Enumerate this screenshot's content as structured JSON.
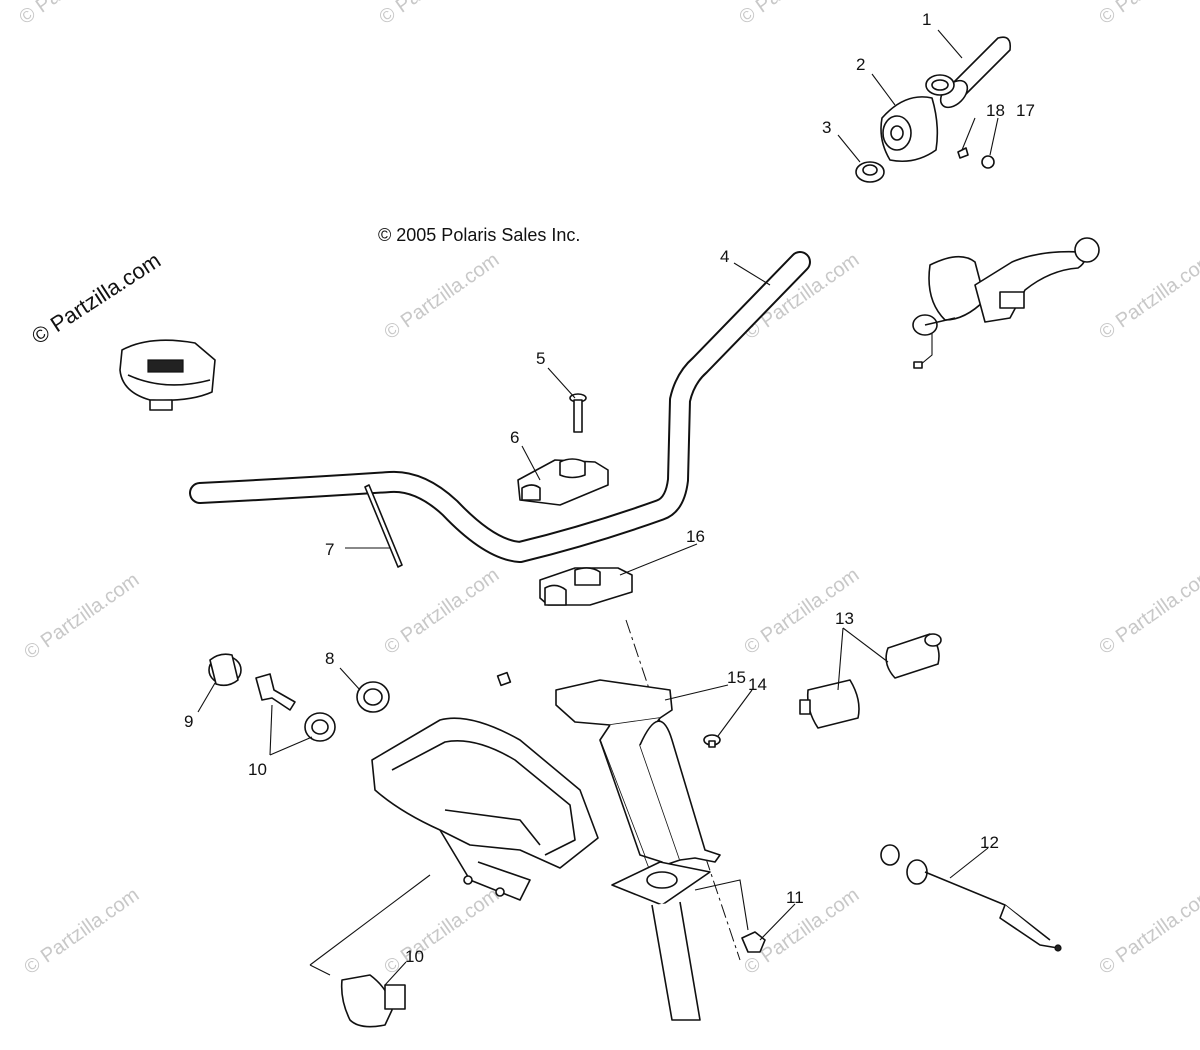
{
  "copyright": "© 2005 Polaris Sales Inc.",
  "watermark_main": "© Partzilla.com",
  "watermark": "© Partzilla.com",
  "callouts": {
    "c1": "1",
    "c2": "2",
    "c3": "3",
    "c4": "4",
    "c5": "5",
    "c6": "6",
    "c7": "7",
    "c8": "8",
    "c9": "9",
    "c10a": "10",
    "c10b": "10",
    "c11": "11",
    "c12": "12",
    "c13": "13",
    "c14": "14",
    "c15": "15",
    "c16": "16",
    "c17": "17",
    "c18": "18"
  }
}
